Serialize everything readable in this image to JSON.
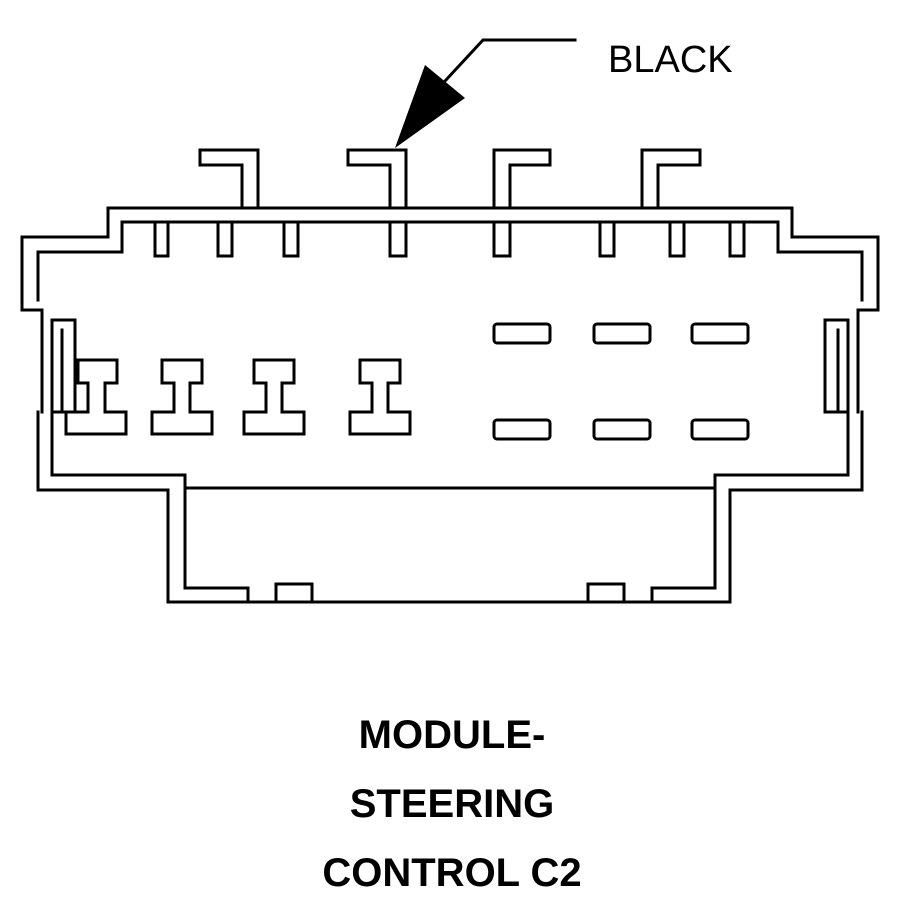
{
  "callout": {
    "label": "BLACK"
  },
  "caption": {
    "lines": [
      "MODULE-",
      "STEERING",
      "CONTROL C2"
    ]
  },
  "colors": {
    "line": "#000000",
    "background": "#ffffff"
  }
}
